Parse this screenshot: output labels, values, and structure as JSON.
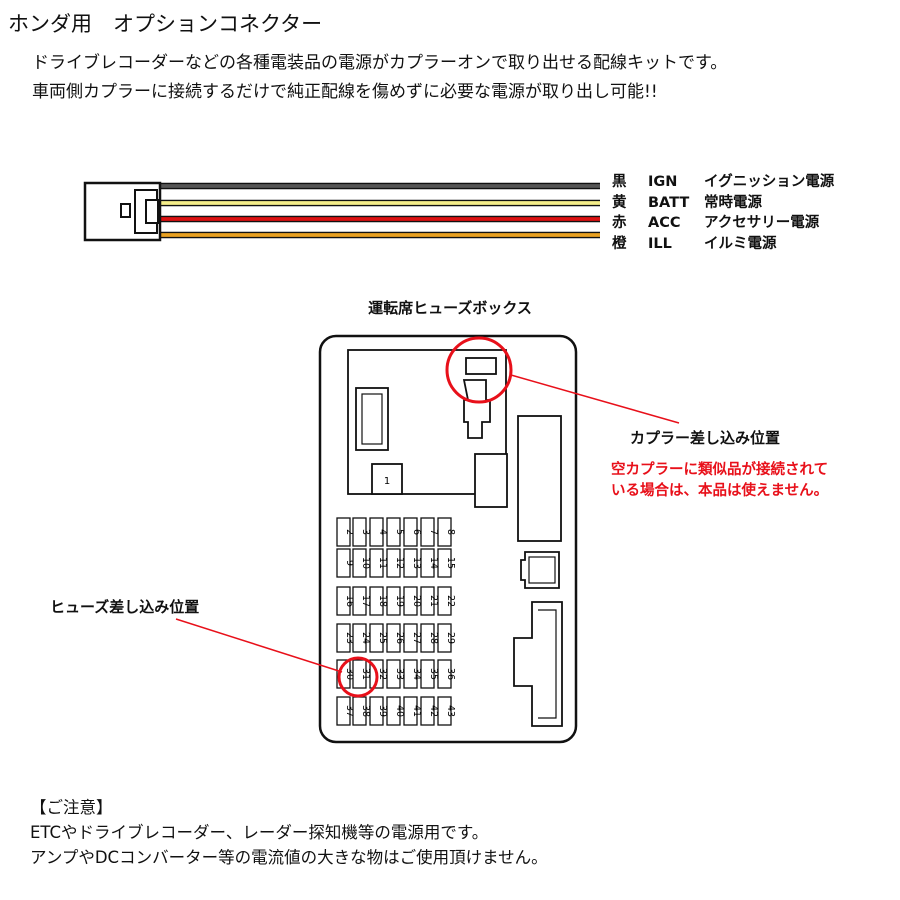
{
  "title": "ホンダ用　オプションコネクター",
  "intro": [
    "ドライブレコーダーなどの各種電装品の電源がカプラーオンで取り出せる配線キットです。",
    "車両側カプラーに接続するだけで純正配線を傷めずに必要な電源が取り出し可能!!"
  ],
  "wires": [
    {
      "color_name": "黒",
      "signal": "IGN",
      "desc": "イグニッション電源",
      "hex": "#555555"
    },
    {
      "color_name": "黄",
      "signal": "BATT",
      "desc": "常時電源",
      "hex": "#f5ee8a"
    },
    {
      "color_name": "赤",
      "signal": "ACC",
      "desc": "アクセサリー電源",
      "hex": "#dd1111"
    },
    {
      "color_name": "橙",
      "signal": "ILL",
      "desc": "イルミ電源",
      "hex": "#e8a020"
    }
  ],
  "fusebox_label": "運転席ヒューズボックス",
  "coupler_position_label": "カプラー差し込み位置",
  "coupler_warning": [
    "空カプラーに類似品が接続されて",
    "いる場合は、本品は使えません。"
  ],
  "fuse_position_label": "ヒューズ差し込み位置",
  "relay_number": "1",
  "fuse_rows": [
    [
      "2",
      "3",
      "4",
      "5",
      "6",
      "7",
      "8"
    ],
    [
      "9",
      "10",
      "11",
      "12",
      "13",
      "14",
      "15"
    ],
    [
      "16",
      "17",
      "18",
      "19",
      "20",
      "21",
      "22"
    ],
    [
      "23",
      "24",
      "25",
      "26",
      "27",
      "28",
      "29"
    ],
    [
      "30",
      "31",
      "32",
      "33",
      "34",
      "35",
      "36"
    ],
    [
      "37",
      "38",
      "39",
      "40",
      "41",
      "42",
      "43"
    ]
  ],
  "notice": {
    "heading": "【ご注意】",
    "lines": [
      "ETCやドライブレコーダー、レーダー探知機等の電源用です。",
      "アンプやDCコンバーター等の電流値の大きな物はご使用頂けません。"
    ]
  },
  "colors": {
    "highlight": "#e8101a",
    "outline": "#111111"
  }
}
